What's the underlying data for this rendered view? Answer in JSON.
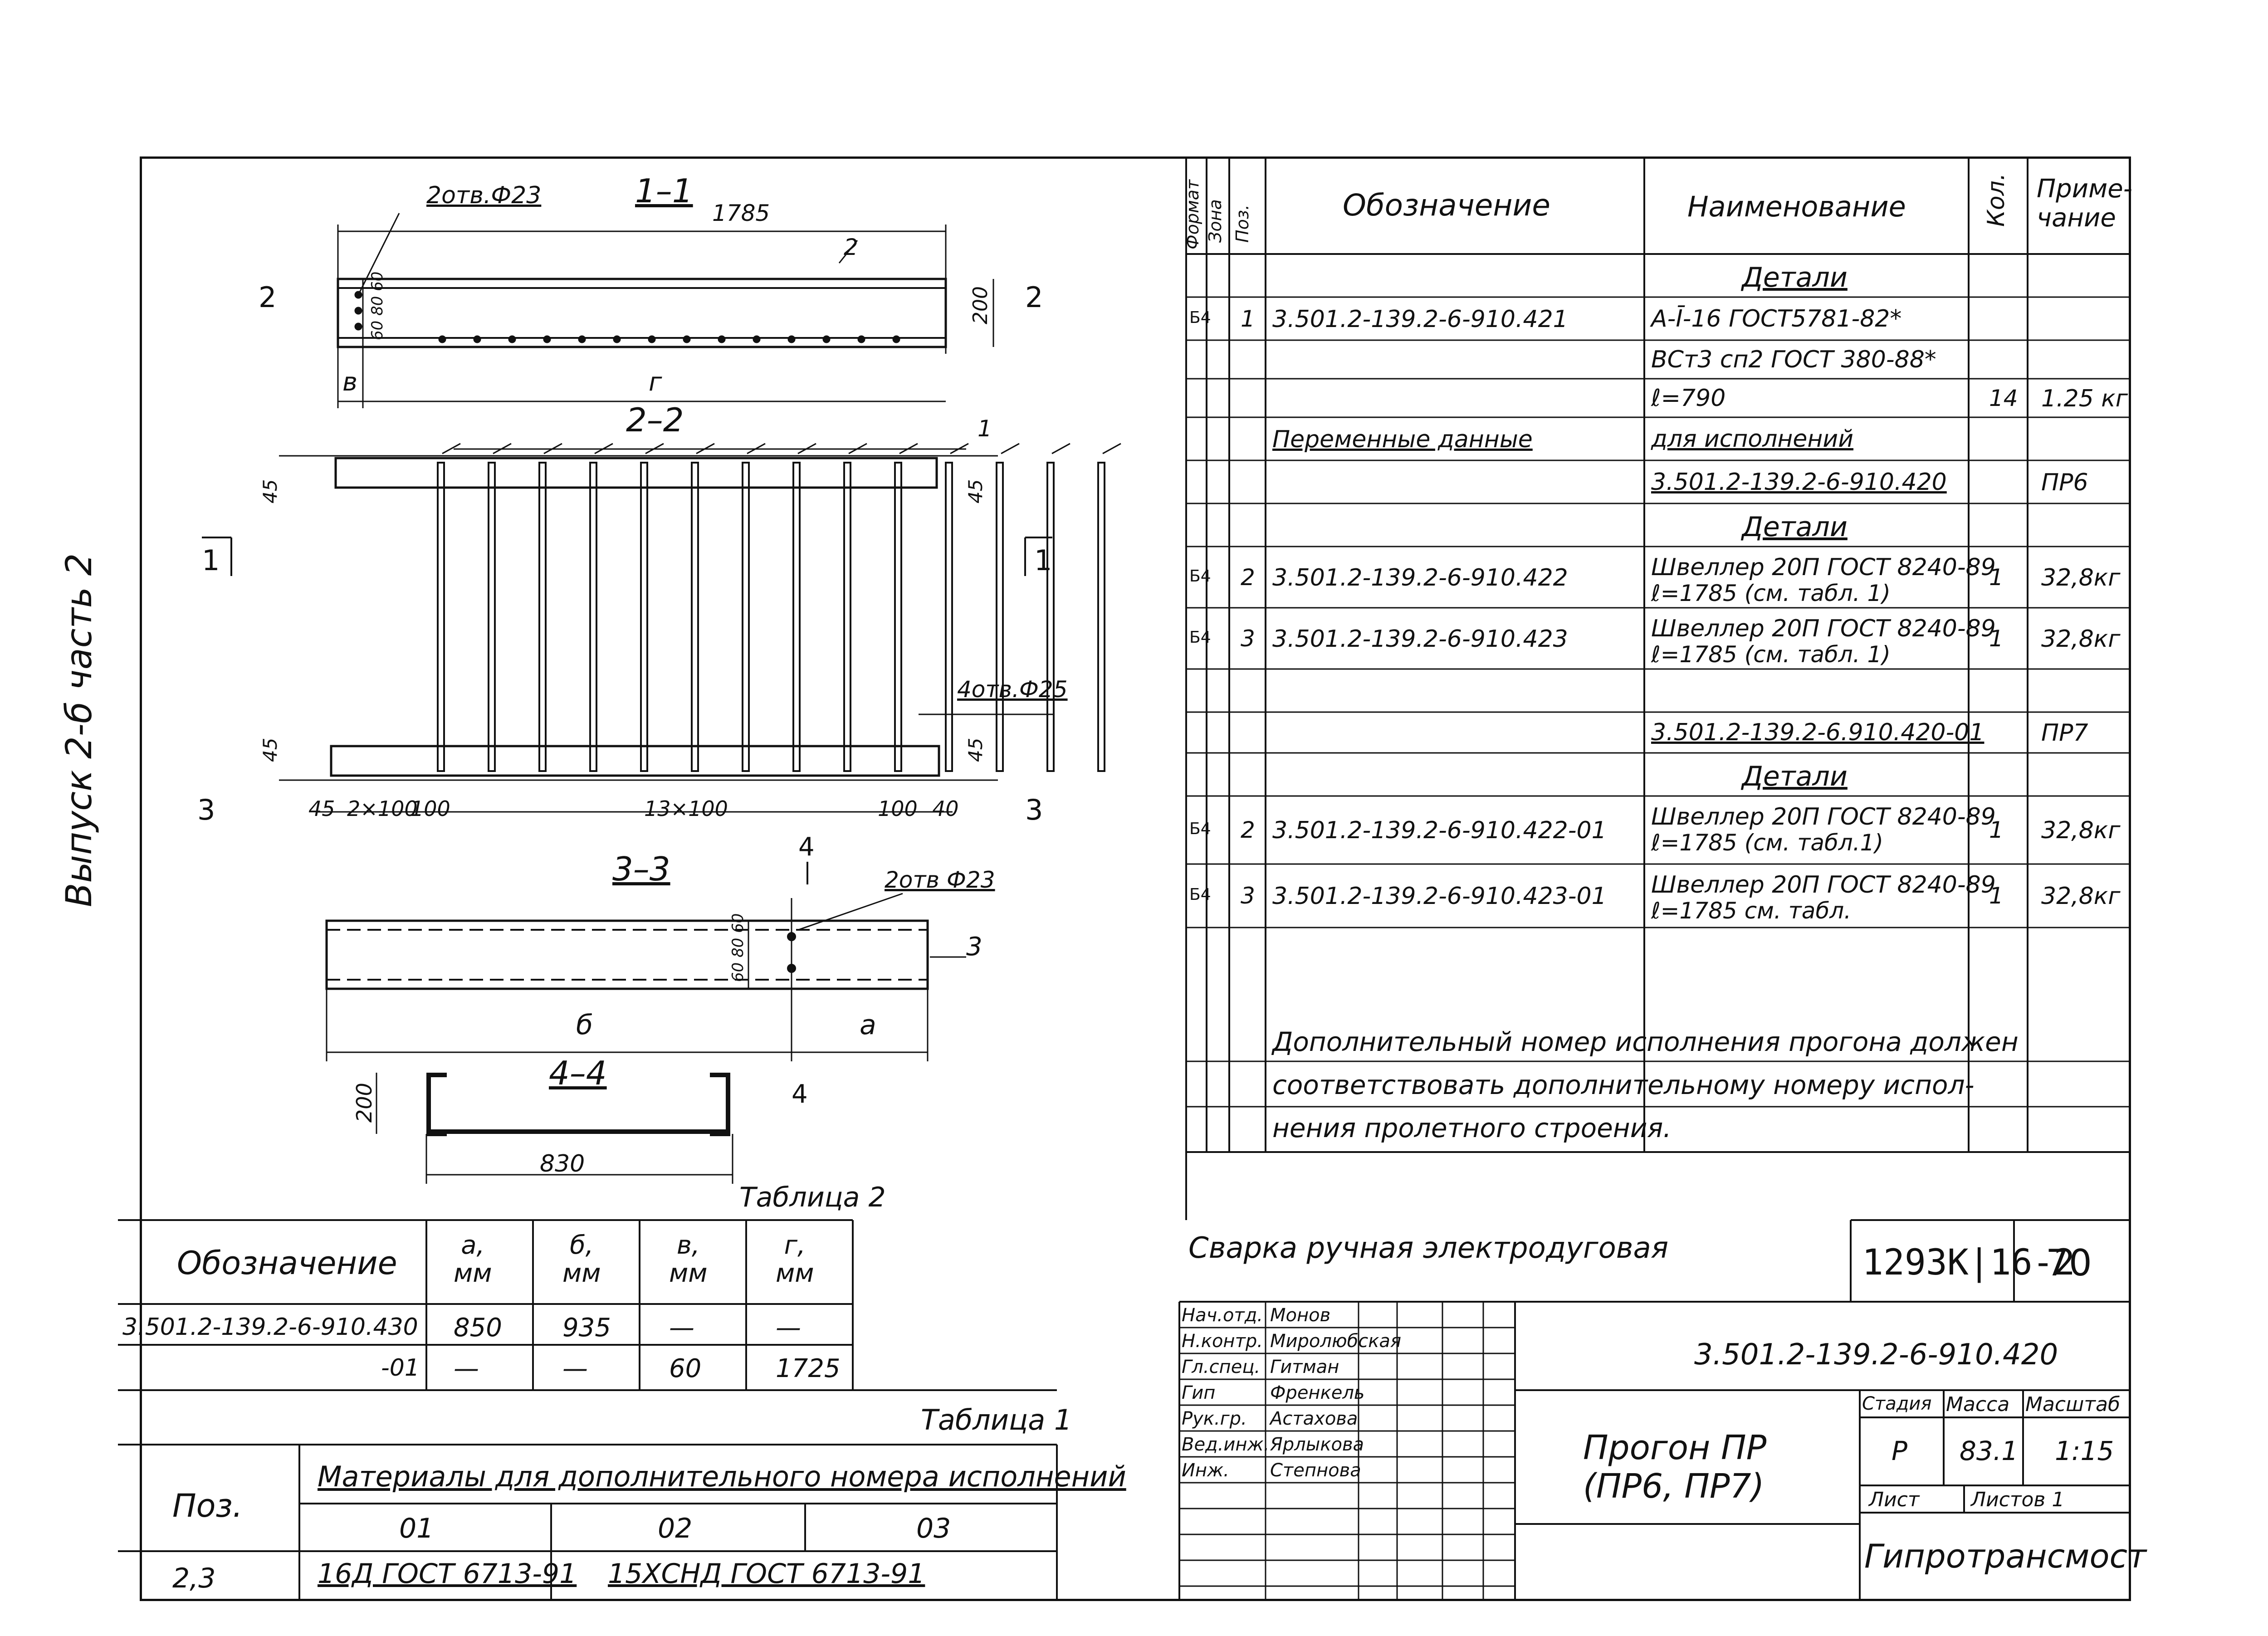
{
  "side_label": "Выпуск 2-б часть 2",
  "drawing": {
    "sec11": {
      "title": "1–1",
      "holes": "2отв.Ф23",
      "len": "1785",
      "mark2": "2",
      "dim200": "200",
      "dims_small": "60 80 60",
      "b": "в",
      "g": "г",
      "arr_left": "2",
      "arr_right": "2"
    },
    "sec22": {
      "title": "2–2",
      "mark1": "1",
      "d45a": "45",
      "d45b": "45",
      "d45c": "45",
      "d45d": "45",
      "sec_l": "1",
      "sec_r": "1",
      "holes": "4отв.Ф25",
      "bottom": [
        "45",
        "2×100",
        "100",
        "13×100",
        "100",
        "40"
      ],
      "arr3l": "3",
      "arr3r": "3"
    },
    "sec33": {
      "title": "3–3",
      "holes": "2отв Ф23",
      "mark3": "3",
      "dims_small": "60 80 60",
      "b": "б",
      "a": "а",
      "arr4a": "4",
      "arr4b": "4"
    },
    "sec44": {
      "title": "4–4",
      "h": "200",
      "w": "830"
    }
  },
  "spec": {
    "headers": {
      "format": "Формат",
      "zone": "Зона",
      "pos": "Поз.",
      "designation": "Обозначение",
      "name": "Наименование",
      "qty": "Кол.",
      "note": "Приме-\nчание"
    },
    "rows": [
      {
        "format": "",
        "pos": "",
        "designation": "",
        "name": "Детали",
        "qty": "",
        "note": "",
        "cls": "hdr"
      },
      {
        "format": "Б4",
        "pos": "1",
        "designation": "3.501.2-139.2-6-910.421",
        "name": "А-Ī-16  ГОСТ5781-82*",
        "qty": "",
        "note": ""
      },
      {
        "format": "",
        "pos": "",
        "designation": "",
        "name": "ВСт3 сп2 ГОСТ 380-88*",
        "qty": "",
        "note": ""
      },
      {
        "format": "",
        "pos": "",
        "designation": "",
        "name": "ℓ=790",
        "qty": "14",
        "note": "1.25 кг"
      },
      {
        "format": "",
        "pos": "",
        "designation": "Переменные  данные",
        "name": "для  исполнений",
        "qty": "",
        "note": ""
      },
      {
        "format": "",
        "pos": "",
        "designation": "",
        "name": "3.501.2-139.2-6-910.420",
        "qty": "",
        "note": "ПР6"
      },
      {
        "format": "",
        "pos": "",
        "designation": "",
        "name": "Детали",
        "qty": "",
        "note": "",
        "cls": "hdr"
      },
      {
        "format": "Б4",
        "pos": "2",
        "designation": "3.501.2-139.2-6-910.422",
        "name": "Швеллер 20П ГОСТ 8240-89",
        "name2": "ℓ=1785  (см. табл. 1)",
        "qty": "1",
        "note": "32,8кг"
      },
      {
        "format": "Б4",
        "pos": "3",
        "designation": "3.501.2-139.2-6-910.423",
        "name": "Швеллер 20П ГОСТ 8240-89",
        "name2": "ℓ=1785  (см. табл. 1)",
        "qty": "1",
        "note": "32,8кг"
      },
      {
        "format": "",
        "pos": "",
        "designation": "",
        "name": "",
        "qty": "",
        "note": ""
      },
      {
        "format": "",
        "pos": "",
        "designation": "",
        "name": "3.501.2-139.2-6.910.420-01",
        "qty": "",
        "note": "ПР7"
      },
      {
        "format": "",
        "pos": "",
        "designation": "",
        "name": "Детали",
        "qty": "",
        "note": "",
        "cls": "hdr"
      },
      {
        "format": "Б4",
        "pos": "2",
        "designation": "3.501.2-139.2-6-910.422-01",
        "name": "Швеллер 20П ГОСТ 8240-89",
        "name2": "ℓ=1785  (см. табл.1)",
        "qty": "1",
        "note": "32,8кг"
      },
      {
        "format": "Б4",
        "pos": "3",
        "designation": "3.501.2-139.2-6-910.423-01",
        "name": "Швеллер 20П ГОСТ 8240-89",
        "name2": "ℓ=1785  см. табл.",
        "qty": "1",
        "note": "32,8кг"
      }
    ],
    "note_lines": [
      "Дополнительный номер исполнения прогона должен",
      "соответствовать дополнительному номеру испол-",
      "нения пролетного строения."
    ]
  },
  "table2": {
    "caption": "Таблица 2",
    "headers": [
      "Обозначение",
      "а,\nмм",
      "б,\nмм",
      "в,\nмм",
      "г,\nмм"
    ],
    "rows": [
      [
        "3.501.2-139.2-6-910.430",
        "850",
        "935",
        "—",
        "—"
      ],
      [
        "-01",
        "—",
        "—",
        "60",
        "1725"
      ]
    ]
  },
  "table1": {
    "caption": "Таблица 1",
    "pos_header": "Поз.",
    "mat_header": "Материалы  для  дополнительного номера  исполнений",
    "cols": [
      "01",
      "02",
      "03"
    ],
    "row": {
      "pos": "2,3",
      "c1": "16Д ГОСТ 6713-91",
      "c2": "15ХСНД   ГОСТ 6713-91"
    }
  },
  "welding": "Сварка ручная электродуговая",
  "title_block": {
    "album": "1293К|16-2",
    "sheet_no": "70",
    "doc": "3.501.2-139.2-6-910.420",
    "name": "Прогон ПР\n(ПР6, ПР7)",
    "stage_h": "Стадия",
    "mass_h": "Масса",
    "scale_h": "Масштаб",
    "stage": "Р",
    "mass": "83.1",
    "scale": "1:15",
    "sheet_h": "Лист",
    "sheets_h": "Листов  1",
    "org": "Гипротрансмост",
    "people": [
      [
        "Нач.отд.",
        "Монов"
      ],
      [
        "Н.контр.",
        "Миролюбская"
      ],
      [
        "Гл.спец.",
        "Гитман"
      ],
      [
        "Гип",
        "Френкель"
      ],
      [
        "Рук.гр.",
        "Астахова"
      ],
      [
        "Вед.инж.",
        "Ярлыкова"
      ],
      [
        "Инж.",
        "Степнова"
      ]
    ]
  }
}
